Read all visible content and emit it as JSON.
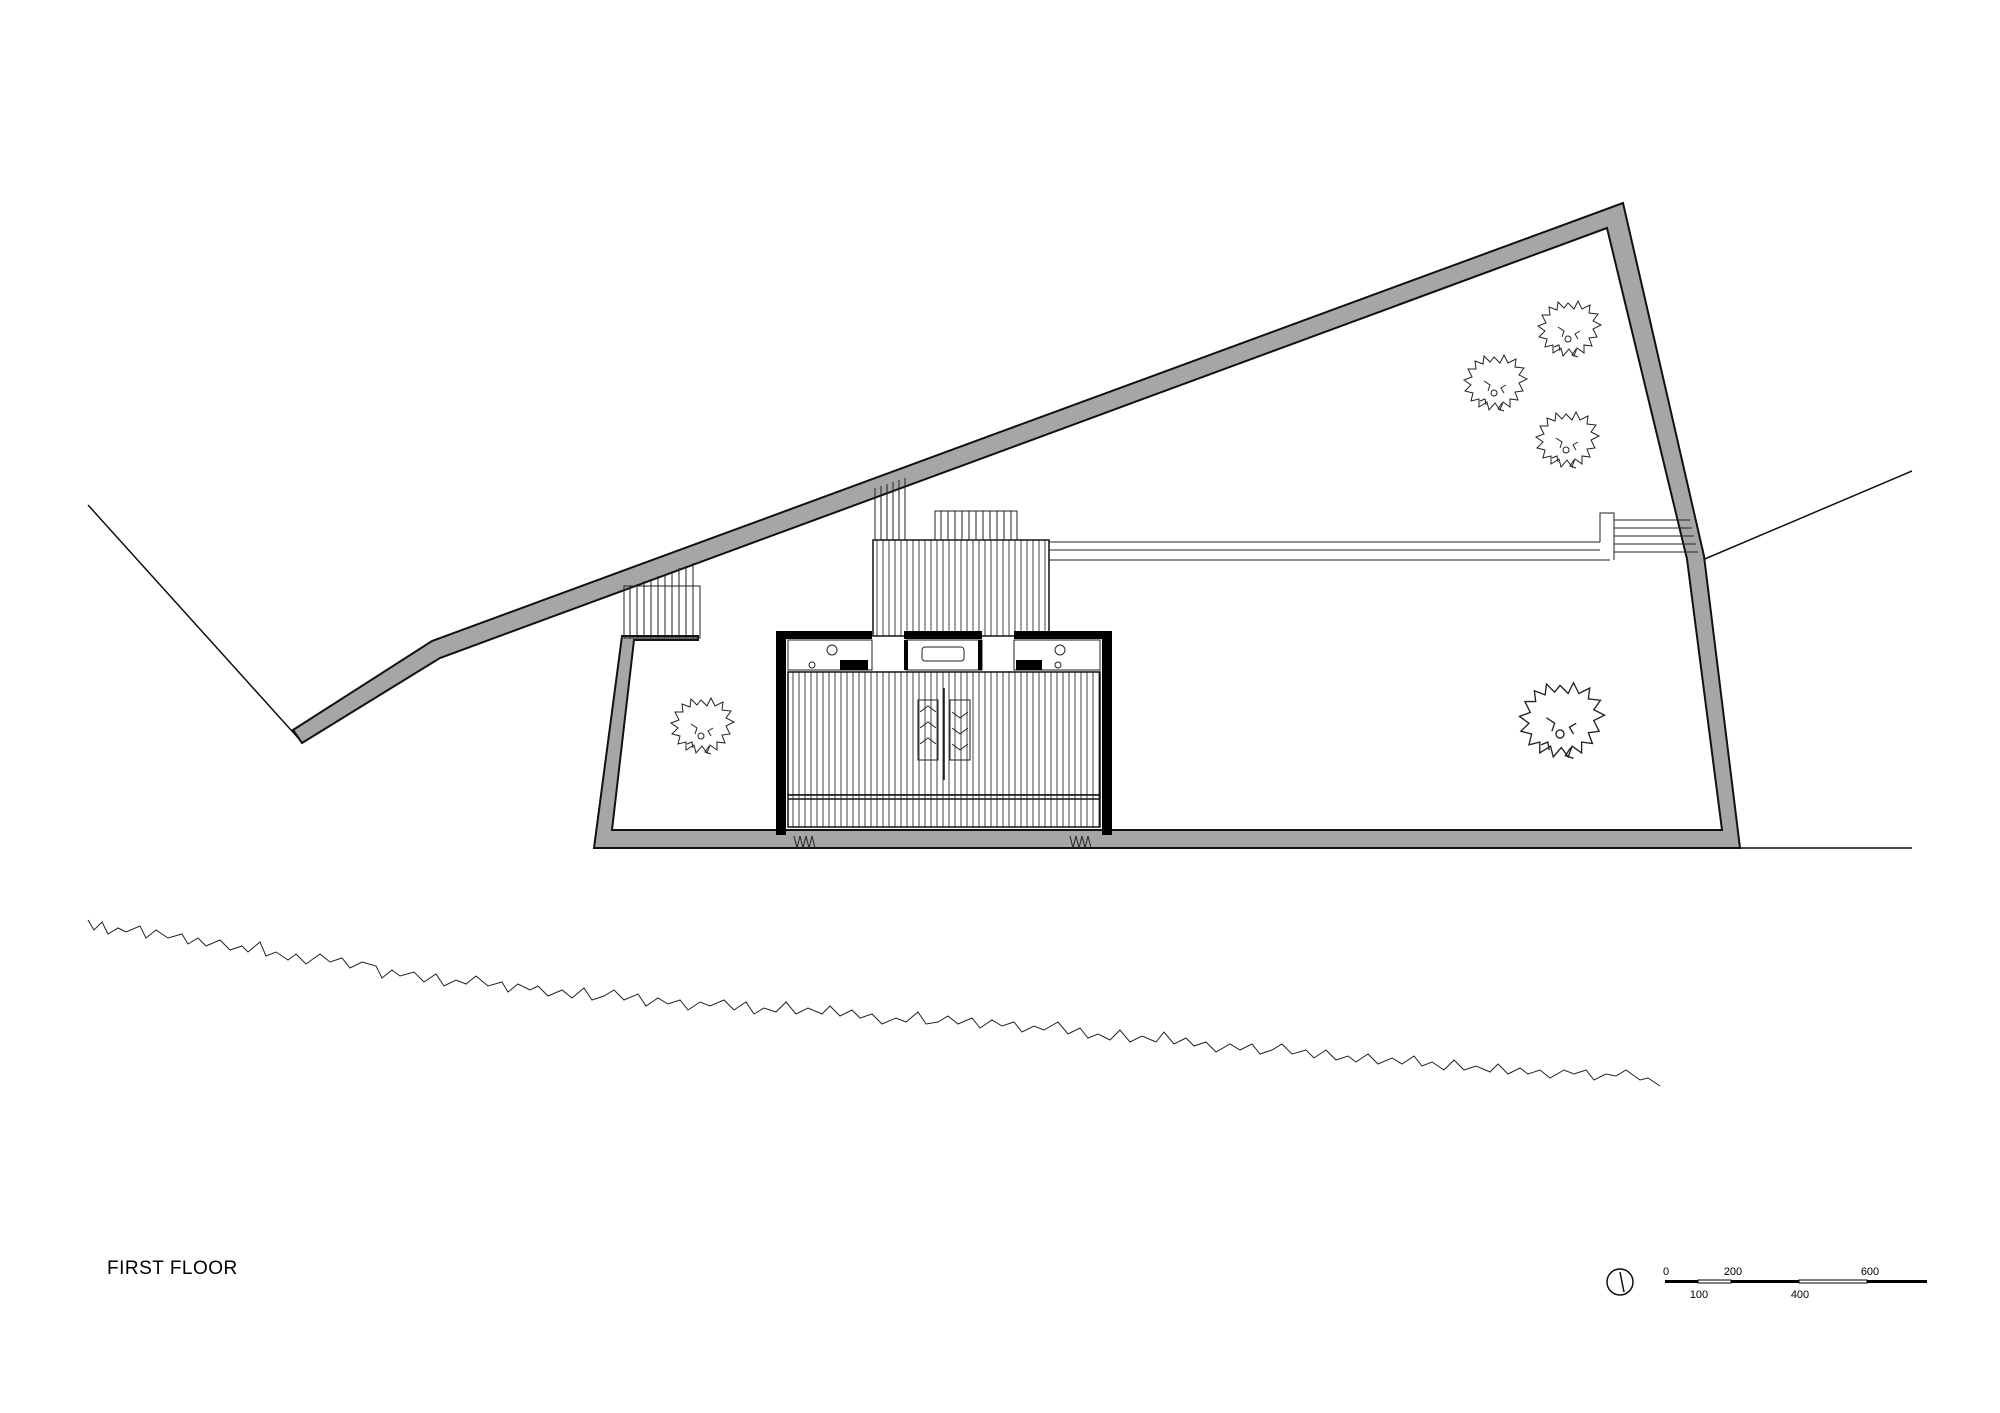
{
  "drawing": {
    "title": "FIRST FLOOR"
  },
  "scale_bar": {
    "ticks_top": [
      "0",
      "200",
      "600"
    ],
    "ticks_bottom": [
      "100",
      "400"
    ]
  },
  "icons": {
    "north": "north-arrow-icon",
    "tree": "tree-icon"
  },
  "colors": {
    "wall_fill": "#a6a6a6",
    "line": "#111111",
    "background": "#ffffff"
  }
}
